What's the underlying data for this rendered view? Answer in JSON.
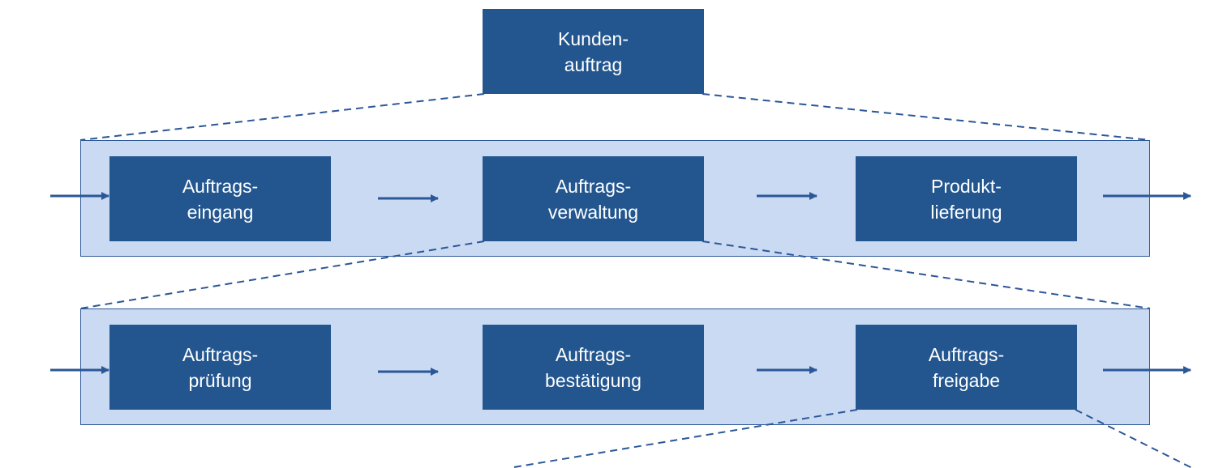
{
  "colors": {
    "box_fill": "#23568f",
    "band_fill": "#c9daf2",
    "line": "#2b5797",
    "text": "#ffffff"
  },
  "top": {
    "line1": "Kunden-",
    "line2": "auftrag"
  },
  "level1": [
    {
      "line1": "Auftrags-",
      "line2": "eingang"
    },
    {
      "line1": "Auftrags-",
      "line2": "verwaltung"
    },
    {
      "line1": "Produkt-",
      "line2": "lieferung"
    }
  ],
  "level2": [
    {
      "line1": "Auftrags-",
      "line2": "prüfung"
    },
    {
      "line1": "Auftrags-",
      "line2": "bestätigung"
    },
    {
      "line1": "Auftrags-",
      "line2": "freigabe"
    }
  ]
}
